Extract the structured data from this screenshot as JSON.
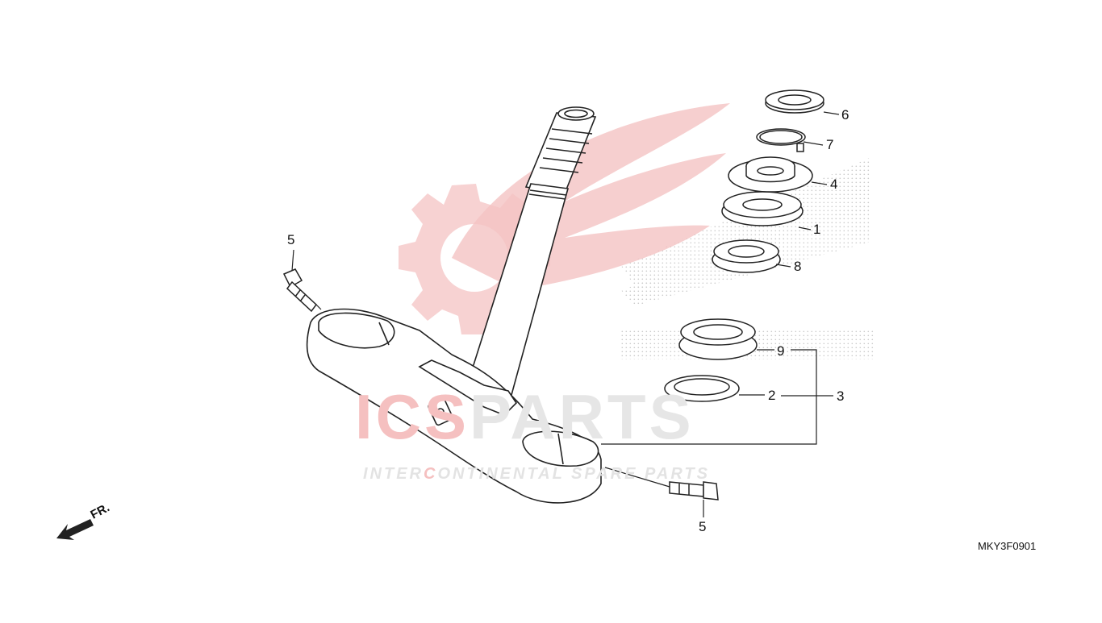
{
  "diagram": {
    "code": "MKY3F0901",
    "direction_label": "FR.",
    "callouts": {
      "c1": "1",
      "c2": "2",
      "c3": "3",
      "c4": "4",
      "c5a": "5",
      "c5b": "5",
      "c6": "6",
      "c7": "7",
      "c8": "8",
      "c9": "9"
    }
  },
  "watermark": {
    "brand_ics": "ICS",
    "brand_parts": "PARTS",
    "tag_inter": "INTER",
    "tag_c": "C",
    "tag_rest": "ONTINENTAL SPARE PARTS"
  },
  "colors": {
    "line": "#222222",
    "watermark_red": "#f2b4b4",
    "watermark_gray": "#e3e3e3",
    "dots": "#bdbdbd"
  }
}
